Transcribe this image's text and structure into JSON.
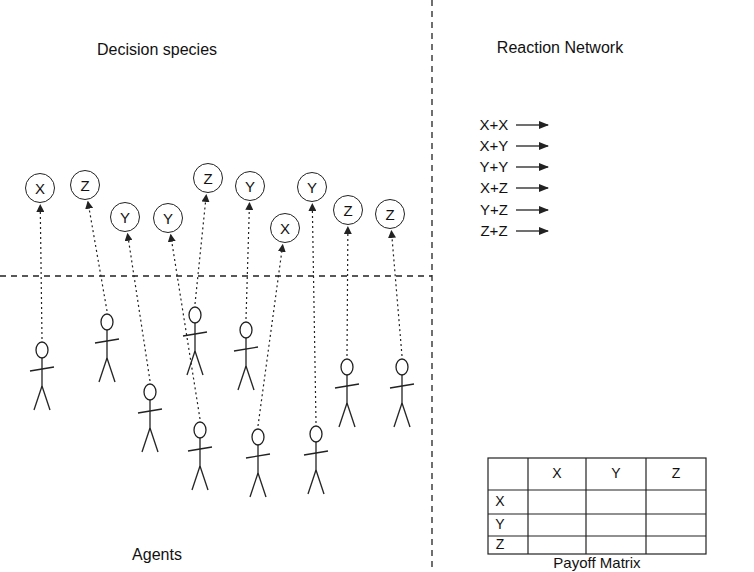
{
  "diagram": {
    "nodes": [
      {
        "text": [
          "X"
        ]
      },
      {
        "text": [
          "Z"
        ]
      },
      {
        "text": [
          "Y"
        ]
      },
      {
        "text": [
          "Y"
        ]
      },
      {
        "text": [
          "Z"
        ]
      },
      {
        "text": [
          "Y"
        ]
      },
      {
        "text": [
          "X"
        ]
      },
      {
        "text": [
          "Y"
        ]
      },
      {
        "text": [
          "Z"
        ]
      },
      {
        "text": [
          "Z"
        ]
      }
    ],
    "labels": [
      "Decision species",
      "Reaction Network",
      "X+X",
      "X+Y",
      "Y+Y",
      "X+Z",
      "Y+Z",
      "Z+Z",
      "X",
      "Y",
      "Z",
      "X",
      "Y",
      "Z",
      "Agents",
      "Payoff Matrix"
    ]
  }
}
